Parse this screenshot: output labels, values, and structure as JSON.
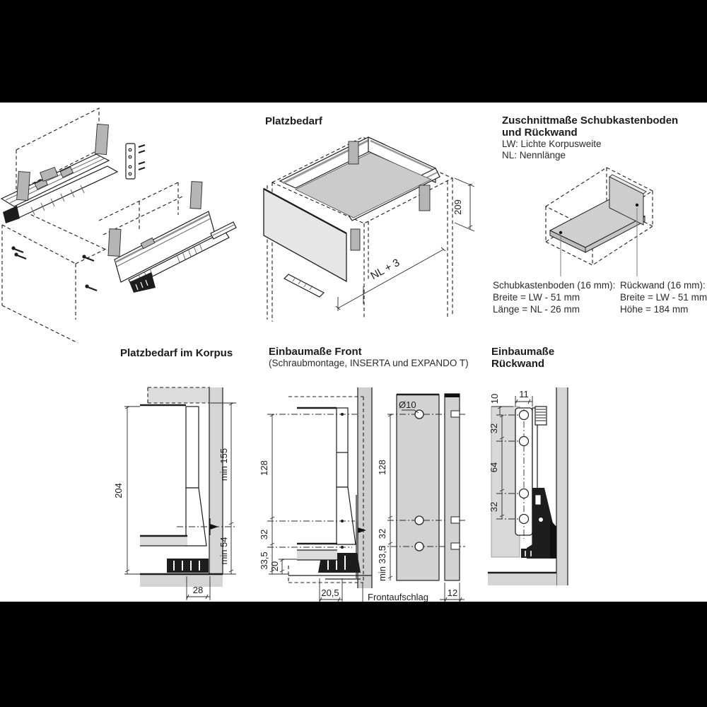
{
  "colors": {
    "letterbox": "#000000",
    "paper": "#ffffff",
    "panel_gray": "#d5d5d5",
    "panel_gray_light": "#e4e4e4",
    "clip_gray": "#b5b5b5",
    "line": "#1c1c1c"
  },
  "sections": {
    "platzbedarf": {
      "title": "Platzbedarf",
      "dim_height": "209",
      "dim_length": "NL + 3"
    },
    "zuschnitt": {
      "title_line1": "Zuschnittmaße Schubkastenboden",
      "title_line2": "und Rückwand",
      "legend_lw": "LW: Lichte Korpusweite",
      "legend_nl": "NL: Nennlänge",
      "boden_heading": "Schubkastenboden (16 mm):",
      "boden_line1": "Breite = LW - 51 mm",
      "boden_line2": "Länge = NL - 26 mm",
      "rueckwand_heading": "Rückwand (16 mm):",
      "rueckwand_line1": "Breite = LW - 51 mm",
      "rueckwand_line2": "Höhe = 184 mm"
    },
    "platzbedarf_korpus": {
      "title": "Platzbedarf im Korpus",
      "dim_height": "204",
      "dim_min_top": "min 155",
      "dim_min_bottom": "min 54",
      "dim_depth": "28"
    },
    "einbau_front": {
      "title": "Einbaumaße Front",
      "subtitle": "(Schraubmontage, INSERTA und EXPANDO T)",
      "dim_128_left": "128",
      "dim_32_left": "32",
      "dim_335_left": "33,5",
      "dim_20": "20",
      "dim_205": "20,5",
      "dim_frontaufschlag": "Frontaufschlag",
      "dim_hole": "Ø10",
      "dim_128_right": "128",
      "dim_32_right": "32",
      "dim_min335": "min 33,5",
      "dim_12": "12"
    },
    "einbau_rueckwand": {
      "title_line1": "Einbaumaße",
      "title_line2": "Rückwand",
      "dim_10": "10",
      "dim_11": "11",
      "dim_32_top": "32",
      "dim_64": "64",
      "dim_32_bottom": "32"
    }
  }
}
